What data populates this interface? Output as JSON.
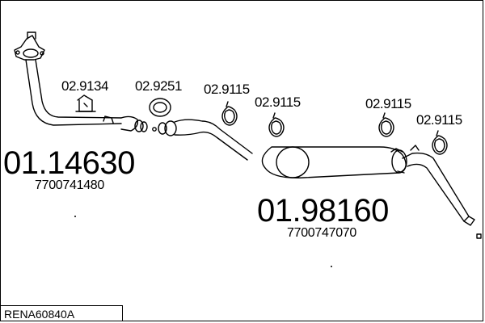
{
  "diagram": {
    "reference": "RENA60840A",
    "assemblies": [
      {
        "number": "01.14630",
        "oem": "7700741480"
      },
      {
        "number": "01.98160",
        "oem": "7700747070"
      }
    ],
    "parts": [
      {
        "number": "02.9134",
        "icon": "rubber-mount-icon"
      },
      {
        "number": "02.9251",
        "icon": "gasket-ring-icon"
      },
      {
        "number": "02.9115",
        "icon": "hanger-icon"
      },
      {
        "number": "02.9115",
        "icon": "hanger-icon"
      },
      {
        "number": "02.9115",
        "icon": "hanger-icon"
      },
      {
        "number": "02.9115",
        "icon": "hanger-icon"
      }
    ]
  }
}
